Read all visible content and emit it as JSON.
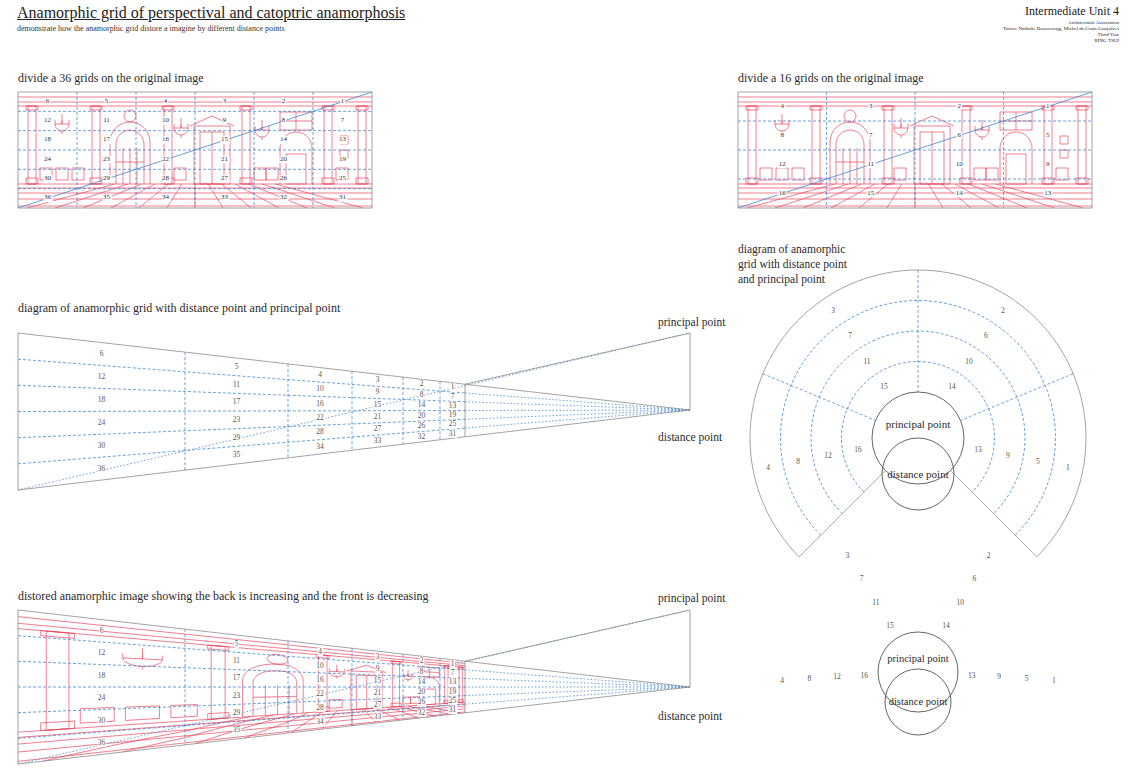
{
  "diagram": {
    "title": "Anamorphic grid of perspectival and catoptric anamorphosis",
    "caption": "demonstrate how the anamorphic grid distore a imagine by different distance points",
    "nodes": [
      {
        "text": [
          "divide a 36 grids on the original image"
        ]
      },
      {
        "text": [
          "divide a 16 grids on the original image"
        ]
      },
      {
        "text": [
          "diagram of anamorphic grid with distance point and principal point"
        ]
      },
      {
        "text": [
          "diagram of anamorphic grid with distance point and principal point"
        ]
      },
      {
        "text": [
          "principal point"
        ]
      },
      {
        "text": [
          "distance point"
        ]
      },
      {
        "text": [
          "distored anamorphic image showing the back is increasing and the front is decreasing"
        ]
      },
      {
        "text": [
          "principal point"
        ]
      },
      {
        "text": [
          "distance point"
        ]
      }
    ],
    "labels": [
      "Intermediate Unit 4",
      "Architectural Association",
      "Tutors: Nathalie Rozencwajg, Michel da Costa Gonçalves",
      "Third Year",
      "RING TSUI",
      "6",
      "5",
      "4",
      "3",
      "2",
      "1",
      "12",
      "11",
      "10",
      "9",
      "8",
      "7",
      "18",
      "17",
      "16",
      "15",
      "14",
      "13",
      "24",
      "23",
      "22",
      "21",
      "20",
      "19",
      "30",
      "29",
      "28",
      "27",
      "26",
      "25",
      "36",
      "35",
      "34",
      "33",
      "32",
      "31",
      "4",
      "3",
      "2",
      "1",
      "8",
      "7",
      "6",
      "5",
      "12",
      "11",
      "10",
      "9",
      "16",
      "15",
      "14",
      "13",
      "6",
      "5",
      "4",
      "3",
      "2",
      "1",
      "12",
      "11",
      "10",
      "9",
      "8",
      "7",
      "18",
      "17",
      "16",
      "15",
      "14",
      "13",
      "24",
      "23",
      "22",
      "21",
      "20",
      "19",
      "30",
      "29",
      "28",
      "27",
      "26",
      "25",
      "36",
      "35",
      "34",
      "33",
      "32",
      "31",
      "4",
      "3",
      "2",
      "1",
      "8",
      "7",
      "6",
      "5",
      "12",
      "11",
      "10",
      "9",
      "16",
      "15",
      "14",
      "13",
      "6",
      "5",
      "4",
      "3",
      "2",
      "1",
      "12",
      "11",
      "10",
      "9",
      "8",
      "7",
      "18",
      "17",
      "16",
      "15",
      "14",
      "13",
      "24",
      "23",
      "22",
      "21",
      "20",
      "19",
      "30",
      "29",
      "28",
      "27",
      "26",
      "25",
      "36",
      "35",
      "34",
      "33",
      "32",
      "31",
      "4",
      "3",
      "2",
      "1",
      "8",
      "7",
      "6",
      "5",
      "12",
      "11",
      "10",
      "9",
      "16",
      "15",
      "14",
      "13",
      "principal point",
      "distance point",
      "principal point",
      "distance point"
    ]
  }
}
